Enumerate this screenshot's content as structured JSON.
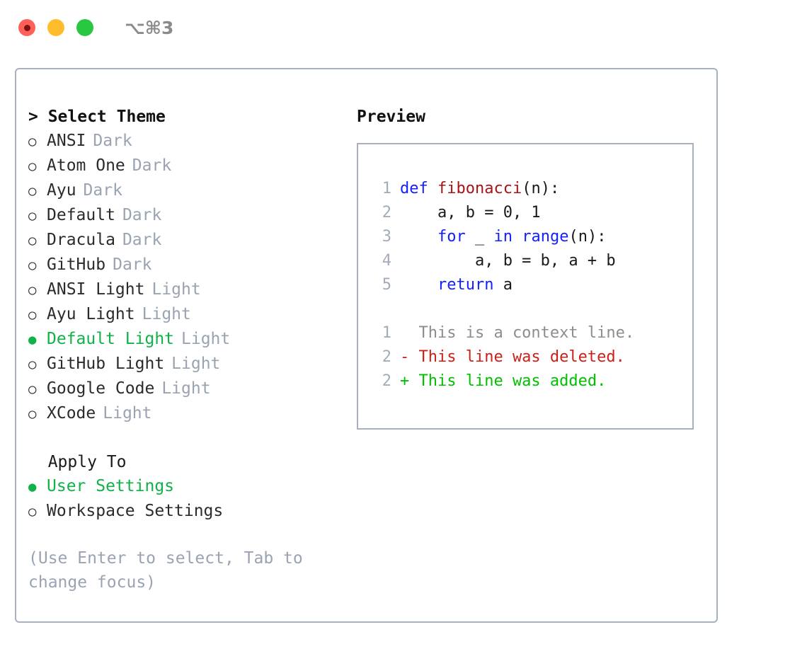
{
  "titlebar": {
    "shortcut": "⌥⌘3",
    "lights": [
      "close",
      "minimize",
      "maximize"
    ]
  },
  "theme_section": {
    "header": "> Select Theme",
    "focused": true,
    "marker_selected": "●",
    "marker_unselected": "○",
    "selected_color": "#11b14a",
    "options": [
      {
        "label": "ANSI",
        "suffix": "Dark",
        "selected": false
      },
      {
        "label": "Atom One",
        "suffix": "Dark",
        "selected": false
      },
      {
        "label": "Ayu",
        "suffix": "Dark",
        "selected": false
      },
      {
        "label": "Default",
        "suffix": "Dark",
        "selected": false
      },
      {
        "label": "Dracula",
        "suffix": "Dark",
        "selected": false
      },
      {
        "label": "GitHub",
        "suffix": "Dark",
        "selected": false
      },
      {
        "label": "ANSI Light",
        "suffix": "Light",
        "selected": false
      },
      {
        "label": "Ayu Light",
        "suffix": "Light",
        "selected": false
      },
      {
        "label": "Default Light",
        "suffix": "Light",
        "selected": true
      },
      {
        "label": "GitHub Light",
        "suffix": "Light",
        "selected": false
      },
      {
        "label": "Google Code",
        "suffix": "Light",
        "selected": false
      },
      {
        "label": "XCode",
        "suffix": "Light",
        "selected": false
      }
    ]
  },
  "apply_section": {
    "header": "  Apply To",
    "focused": false,
    "options": [
      {
        "label": "User Settings",
        "suffix": "",
        "selected": true
      },
      {
        "label": "Workspace Settings",
        "suffix": "",
        "selected": false
      }
    ]
  },
  "hint": "(Use Enter to select, Tab to change focus)",
  "preview": {
    "title": "Preview",
    "code_lines": [
      {
        "no": "1",
        "tokens": [
          {
            "t": "def ",
            "c": "kw"
          },
          {
            "t": "fibonacci",
            "c": "fn"
          },
          {
            "t": "(n):",
            "c": "pl"
          }
        ]
      },
      {
        "no": "2",
        "tokens": [
          {
            "t": "    a, b = 0, 1",
            "c": "pl"
          }
        ]
      },
      {
        "no": "3",
        "tokens": [
          {
            "t": "    ",
            "c": "pl"
          },
          {
            "t": "for",
            "c": "kw"
          },
          {
            "t": " _ ",
            "c": "pl"
          },
          {
            "t": "in",
            "c": "kw"
          },
          {
            "t": " ",
            "c": "pl"
          },
          {
            "t": "range",
            "c": "kw"
          },
          {
            "t": "(n):",
            "c": "pl"
          }
        ]
      },
      {
        "no": "4",
        "tokens": [
          {
            "t": "        a, b = b, a + b",
            "c": "pl"
          }
        ]
      },
      {
        "no": "5",
        "tokens": [
          {
            "t": "    ",
            "c": "pl"
          },
          {
            "t": "return",
            "c": "kw"
          },
          {
            "t": " a",
            "c": "pl"
          }
        ]
      }
    ],
    "diff_lines": [
      {
        "no": "1",
        "text": "  This is a context line.",
        "kind": "ctx"
      },
      {
        "no": "2",
        "text": "- This line was deleted.",
        "kind": "del"
      },
      {
        "no": "2",
        "text": "+ This line was added.",
        "kind": "add"
      }
    ],
    "colors": {
      "keyword": "#1520ff",
      "function": "#a81414",
      "plain": "#1a1a1a",
      "lineno": "#a3acba",
      "diff_context": "#8d8d8d",
      "diff_deleted": "#cc2018",
      "diff_added": "#00c000",
      "border": "#a8b0c0"
    }
  }
}
